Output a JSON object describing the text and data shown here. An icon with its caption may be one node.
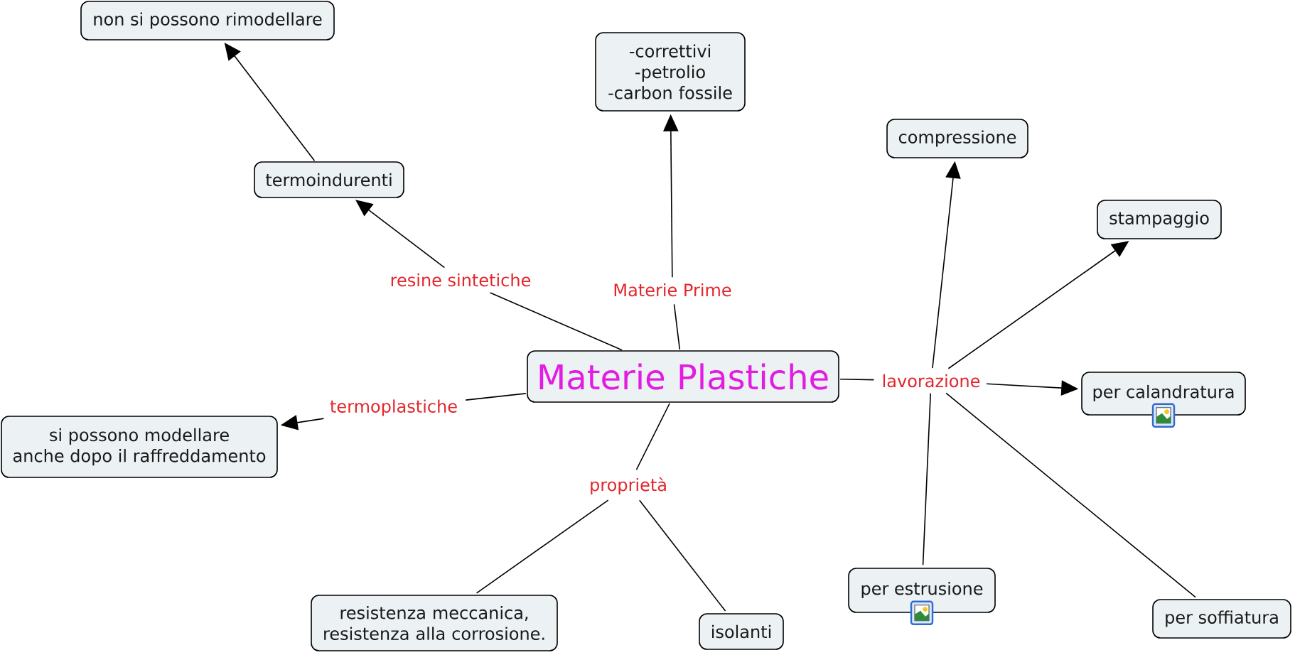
{
  "diagram": {
    "nodes": [
      {
        "text": [
          "non si possono rimodellare"
        ]
      },
      {
        "text": [
          "-correttivi -petrolio -carbon fossile"
        ]
      },
      {
        "text": [
          "compressione"
        ]
      },
      {
        "text": [
          "termoindurenti"
        ]
      },
      {
        "text": [
          "stampaggio"
        ]
      },
      {
        "text": [
          "resine sintetiche"
        ]
      },
      {
        "text": [
          "Materie Prime"
        ]
      },
      {
        "text": [
          "Materie Plastiche"
        ]
      },
      {
        "text": [
          "lavorazione"
        ]
      },
      {
        "text": [
          "per calandratura"
        ]
      },
      {
        "text": [
          "termoplastiche"
        ]
      },
      {
        "text": [
          "si possono modellare anche dopo il raffreddamento"
        ]
      },
      {
        "text": [
          "proprietà"
        ]
      },
      {
        "text": [
          "per estrusione"
        ]
      },
      {
        "text": [
          "per soffiatura"
        ]
      },
      {
        "text": [
          "resistenza meccanica, resistenza alla corrosione."
        ]
      },
      {
        "text": [
          "isolanti"
        ]
      }
    ],
    "edges": [
      {
        "from": 7,
        "to": 5,
        "arrow": "none"
      },
      {
        "from": 5,
        "to": 3,
        "arrow": "to"
      },
      {
        "from": 3,
        "to": 0,
        "arrow": "to"
      },
      {
        "from": 7,
        "to": 6,
        "arrow": "none"
      },
      {
        "from": 6,
        "to": 1,
        "arrow": "to"
      },
      {
        "from": 7,
        "to": 10,
        "arrow": "none"
      },
      {
        "from": 10,
        "to": 11,
        "arrow": "to"
      },
      {
        "from": 7,
        "to": 8,
        "arrow": "none"
      },
      {
        "from": 8,
        "to": 2,
        "arrow": "to"
      },
      {
        "from": 8,
        "to": 4,
        "arrow": "to"
      },
      {
        "from": 8,
        "to": 9,
        "arrow": "to"
      },
      {
        "from": 8,
        "to": 13,
        "arrow": "none"
      },
      {
        "from": 8,
        "to": 14,
        "arrow": "none"
      },
      {
        "from": 7,
        "to": 12,
        "arrow": "none"
      },
      {
        "from": 12,
        "to": 15,
        "arrow": "none"
      },
      {
        "from": 12,
        "to": 16,
        "arrow": "none"
      }
    ]
  }
}
